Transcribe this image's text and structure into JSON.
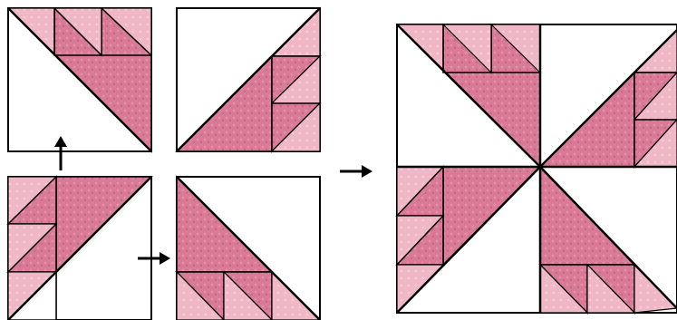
{
  "diagram": {
    "kind": "quilt-block-assembly",
    "colors": {
      "fabric_dark": "#d97a96",
      "fabric_light": "#f0b8c6",
      "background": "#ffffff",
      "lines": "#000000"
    },
    "units": [
      {
        "id": "unit-top-left"
      },
      {
        "id": "unit-top-right"
      },
      {
        "id": "unit-bottom-left"
      },
      {
        "id": "unit-bottom-right"
      }
    ],
    "arrows": [
      {
        "id": "arrow-up",
        "direction": "up"
      },
      {
        "id": "arrow-right-small",
        "direction": "right"
      },
      {
        "id": "arrow-right-result",
        "direction": "right"
      }
    ],
    "result": {
      "id": "assembled-block"
    }
  }
}
